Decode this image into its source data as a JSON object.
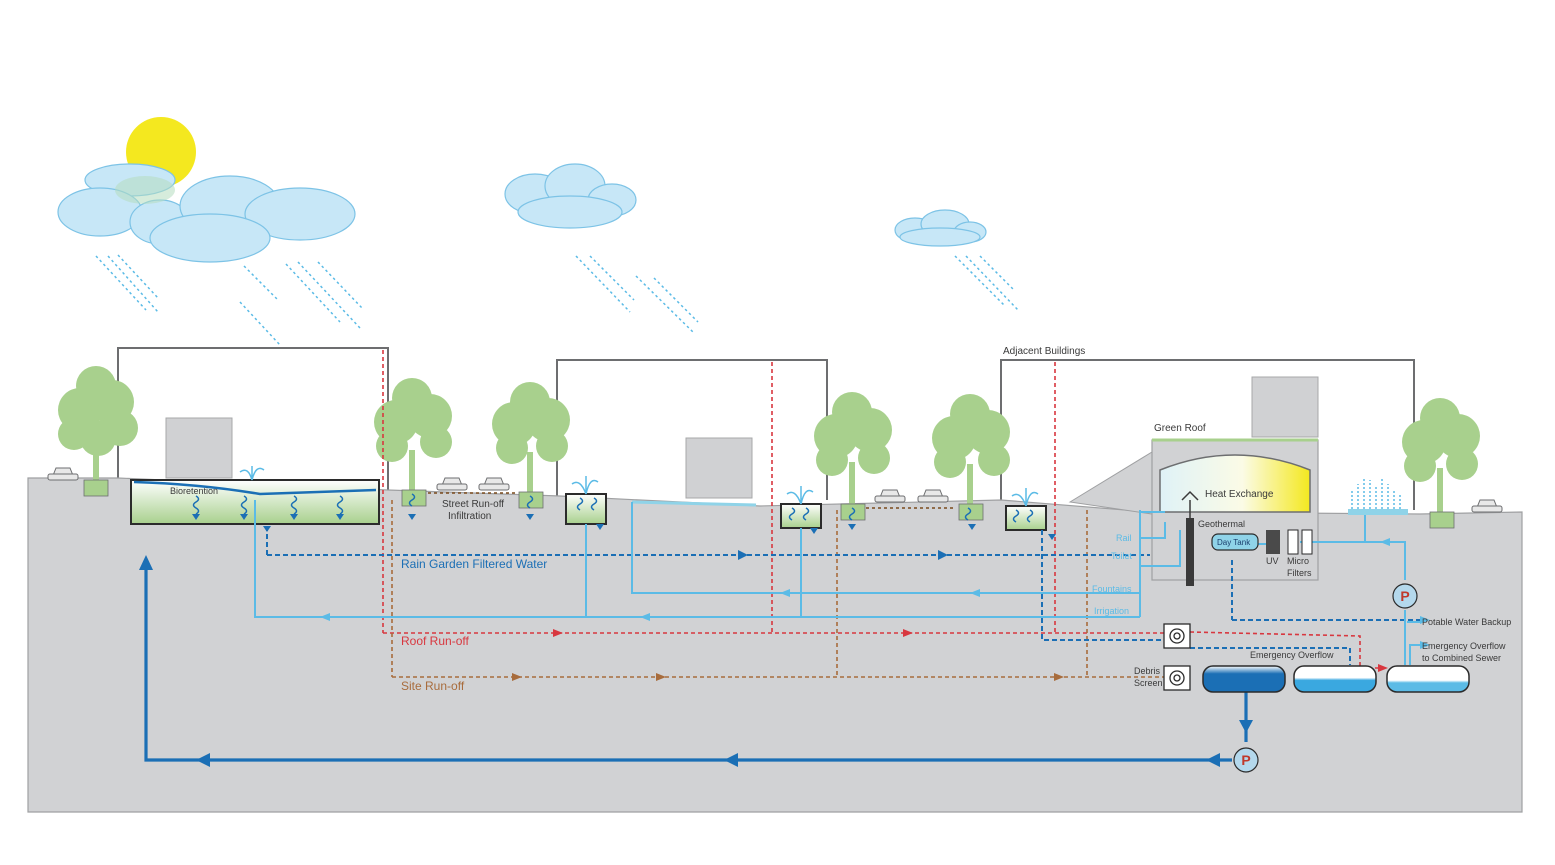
{
  "labels": {
    "adjacent_buildings": "Adjacent Buildings",
    "green_roof": "Green Roof",
    "bioretention": "Bioretention",
    "street_runoff": "Street Run-off",
    "infiltration": "Infiltration",
    "heat_exchange": "Heat Exchange",
    "geothermal": "Geothermal",
    "day_tank": "Day Tank",
    "uv": "UV",
    "micro": "Micro",
    "filters": "Filters",
    "rain_garden": "Rain Garden Filtered Water",
    "roof_runoff": "Roof Run-off",
    "site_runoff": "Site Run-off",
    "emergency_overflow": "Emergency Overflow",
    "debris": "Debris",
    "screen": "Screen",
    "potable_backup": "Potable Water Backup",
    "emergency_overflow_combined_1": "Emergency Overflow",
    "emergency_overflow_combined_2": "to Combined Sewer",
    "pump": "P",
    "uses": {
      "rail": "Rail",
      "toilet": "Toilet",
      "fountains": "Fountains",
      "irrigation": "Irrigation"
    }
  },
  "colors": {
    "ground": "#d1d2d4",
    "ground_stroke": "#9fa0a2",
    "building_stroke": "#6d6e70",
    "box": "#d0d1d3",
    "tree": "#a8d08d",
    "cloud": "#c7e7f7",
    "cloud_stroke": "#7dc3e6",
    "sun": "#f4e81f",
    "light_water": "#5bbbe6",
    "dark_water": "#1b6fb5",
    "roof_runoff": "#d8373f",
    "site_runoff": "#a86c3c",
    "pump_fill": "#b4d8ec",
    "pump_text": "#c0392b"
  }
}
